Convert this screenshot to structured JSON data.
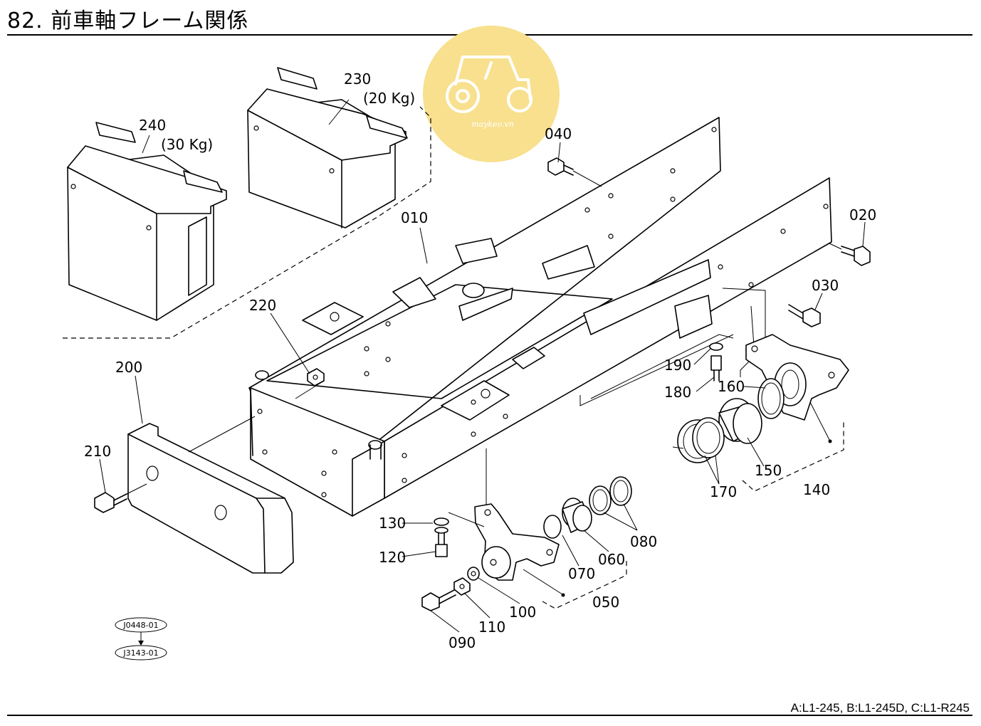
{
  "page": {
    "title": "82. 前車軸フレーム関係",
    "models_text": "A:L1-245,  B:L1-245D,  C:L1-R245"
  },
  "watermark": {
    "text": "maykeo.vn",
    "icon": "tractor-icon",
    "color": "#f7e08a"
  },
  "labels": {
    "p010": "010",
    "p020": "020",
    "p030": "030",
    "p040": "040",
    "p050": "050",
    "p060": "060",
    "p070": "070",
    "p080": "080",
    "p090": "090",
    "p100": "100",
    "p110": "110",
    "p120": "120",
    "p130": "130",
    "p140": "140",
    "p150": "150",
    "p160": "160",
    "p170": "170",
    "p180": "180",
    "p190": "190",
    "p200": "200",
    "p210": "210",
    "p220": "220",
    "p230": "230",
    "p230_note": "(20 Kg)",
    "p240": "240",
    "p240_note": "(30 Kg)"
  },
  "references": {
    "ref1": "J0448-01",
    "ref2": "J3143-01"
  }
}
